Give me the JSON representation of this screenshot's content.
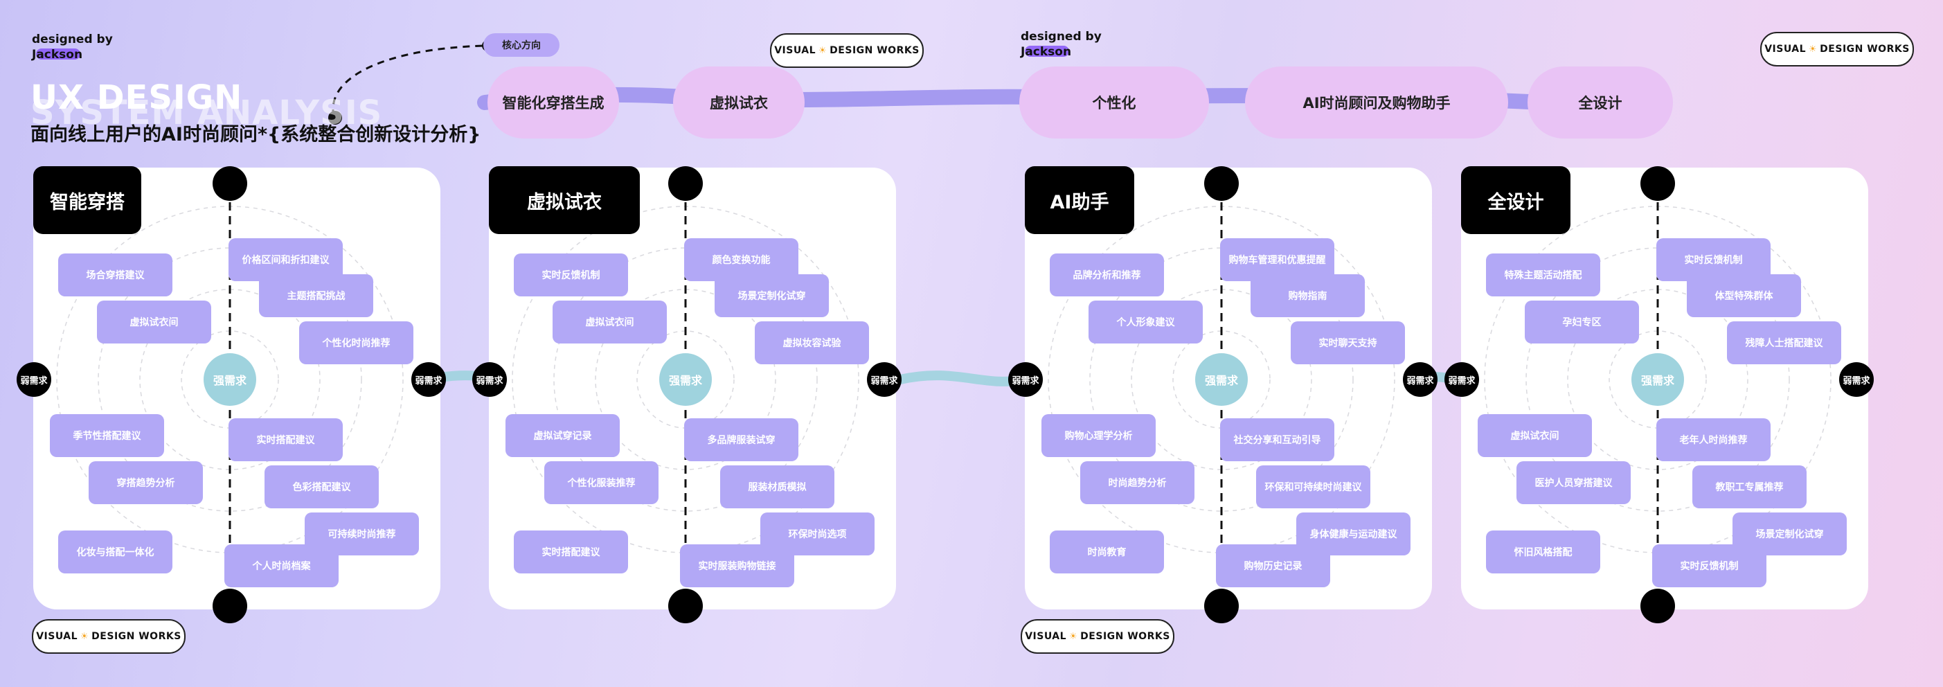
{
  "header": {
    "designed_by_line1": "designed by",
    "designed_by_line2": "Jackson",
    "ux_title": "UX DESIGN",
    "ux_subtitle": "SYSTEM ANALYSIS",
    "main_title": "面向线上用户的AI时尚顾问*{系统整合创新设计分析}",
    "core_tag": "核心方向",
    "brand_badge_left": "VISUAL",
    "brand_badge_right": "DESIGN WORKS",
    "brand_badge_sun": "☀"
  },
  "pills": [
    "智能化穿搭生成",
    "虚拟试衣",
    "个性化",
    "AI时尚顾问及购物助手",
    "全设计"
  ],
  "axis_labels": {
    "weak": "弱需求",
    "strong": "强需求"
  },
  "colors": {
    "tag": "#b2a8f6",
    "pill": "#e9c3f5",
    "axis": "#9fd3de",
    "core": "#b7a7f7"
  },
  "cards": [
    {
      "title": "智能穿搭",
      "tags": [
        "场合穿搭建议",
        "价格区间和折扣建议",
        "主题搭配挑战",
        "虚拟试衣间",
        "个性化时尚推荐",
        "季节性搭配建议",
        "实时搭配建议",
        "穿搭趋势分析",
        "色彩搭配建议",
        "可持续时尚推荐",
        "化妆与搭配一体化",
        "个人时尚档案"
      ]
    },
    {
      "title": "虚拟试衣",
      "tags": [
        "实时反馈机制",
        "颜色变换功能",
        "场景定制化试穿",
        "虚拟试衣间",
        "虚拟妆容试验",
        "虚拟试穿记录",
        "多品牌服装试穿",
        "个性化服装推荐",
        "服装材质模拟",
        "环保时尚选项",
        "实时搭配建议",
        "实时服装购物链接"
      ]
    },
    {
      "title": "AI助手",
      "tags": [
        "品牌分析和推荐",
        "购物车管理和优惠提醒",
        "购物指南",
        "个人形象建议",
        "实时聊天支持",
        "购物心理学分析",
        "社交分享和互动引导",
        "时尚趋势分析",
        "环保和可持续时尚建议",
        "身体健康与运动建议",
        "时尚教育",
        "购物历史记录"
      ]
    },
    {
      "title": "全设计",
      "tags": [
        "特殊主题活动搭配",
        "实时反馈机制",
        "体型特殊群体",
        "孕妇专区",
        "残障人士搭配建议",
        "虚拟试衣间",
        "老年人时尚推荐",
        "医护人员穿搭建议",
        "教职工专属推荐",
        "场景定制化试穿",
        "怀旧风格搭配",
        "实时反馈机制"
      ]
    }
  ]
}
